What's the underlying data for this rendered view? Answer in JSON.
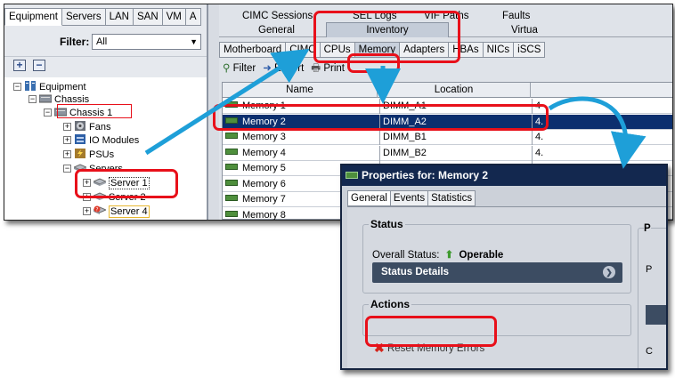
{
  "left_panel": {
    "nav_tabs": [
      "Equipment",
      "Servers",
      "LAN",
      "SAN",
      "VM",
      "A"
    ],
    "filter_label": "Filter:",
    "filter_value": "All",
    "expand_all_label": "+",
    "collapse_all_label": "−",
    "tree": [
      {
        "label": "Equipment",
        "icon": "equipment-icon",
        "expander": "−"
      },
      {
        "label": "Chassis",
        "icon": "chassis-icon",
        "expander": "−"
      },
      {
        "label": "Chassis 1",
        "icon": "chassis-icon",
        "expander": "−"
      },
      {
        "label": "Fans",
        "icon": "fan-icon",
        "expander": "+"
      },
      {
        "label": "IO Modules",
        "icon": "io-module-icon",
        "expander": "+"
      },
      {
        "label": "PSUs",
        "icon": "psu-icon",
        "expander": "+"
      },
      {
        "label": "Servers",
        "icon": "server-icon",
        "expander": "−"
      },
      {
        "label": "Server 1",
        "icon": "server-icon",
        "expander": "+"
      },
      {
        "label": "Server 2",
        "icon": "server-icon",
        "expander": "+"
      },
      {
        "label": "Server 4",
        "icon": "server-warning-icon",
        "expander": "+"
      }
    ]
  },
  "top_tabs": {
    "row1": [
      "CIMC Sessions",
      "SEL Logs",
      "VIF Paths",
      "Faults"
    ],
    "row2": [
      "General",
      "Inventory",
      "Virtua"
    ]
  },
  "sub_tabs": [
    "Motherboard",
    "CIMC",
    "CPUs",
    "Memory",
    "Adapters",
    "HBAs",
    "NICs",
    "iSCS"
  ],
  "table_toolbar": {
    "filter": "Filter",
    "export": "Export",
    "print": "Print"
  },
  "memory_table": {
    "columns": [
      "Name",
      "Location"
    ],
    "rows": [
      {
        "name": "Memory 1",
        "location": "DIMM_A1",
        "extra": "4"
      },
      {
        "name": "Memory 2",
        "location": "DIMM_A2",
        "extra": "4."
      },
      {
        "name": "Memory 3",
        "location": "DIMM_B1",
        "extra": "4."
      },
      {
        "name": "Memory 4",
        "location": "DIMM_B2",
        "extra": "4."
      },
      {
        "name": "Memory 5",
        "location": "",
        "extra": ""
      },
      {
        "name": "Memory 6",
        "location": "",
        "extra": ""
      },
      {
        "name": "Memory 7",
        "location": "",
        "extra": ""
      },
      {
        "name": "Memory 8",
        "location": "",
        "extra": ""
      }
    ],
    "selected_row": "Memory 2"
  },
  "properties": {
    "title": "Properties for: Memory 2",
    "tabs": [
      "General",
      "Events",
      "Statistics"
    ],
    "status_title": "Status",
    "overall_status_label": "Overall Status:",
    "overall_status_value": "Operable",
    "status_details": "Status Details",
    "actions_title": "Actions",
    "reset_memory_errors": "Reset Memory Errors",
    "side_fragments": [
      "P",
      "P",
      "C"
    ]
  },
  "colors": {
    "highlight": "#e8101a",
    "arrow": "#1e9fd8",
    "selection": "#0c2f6e",
    "title_bar": "#13284f"
  }
}
